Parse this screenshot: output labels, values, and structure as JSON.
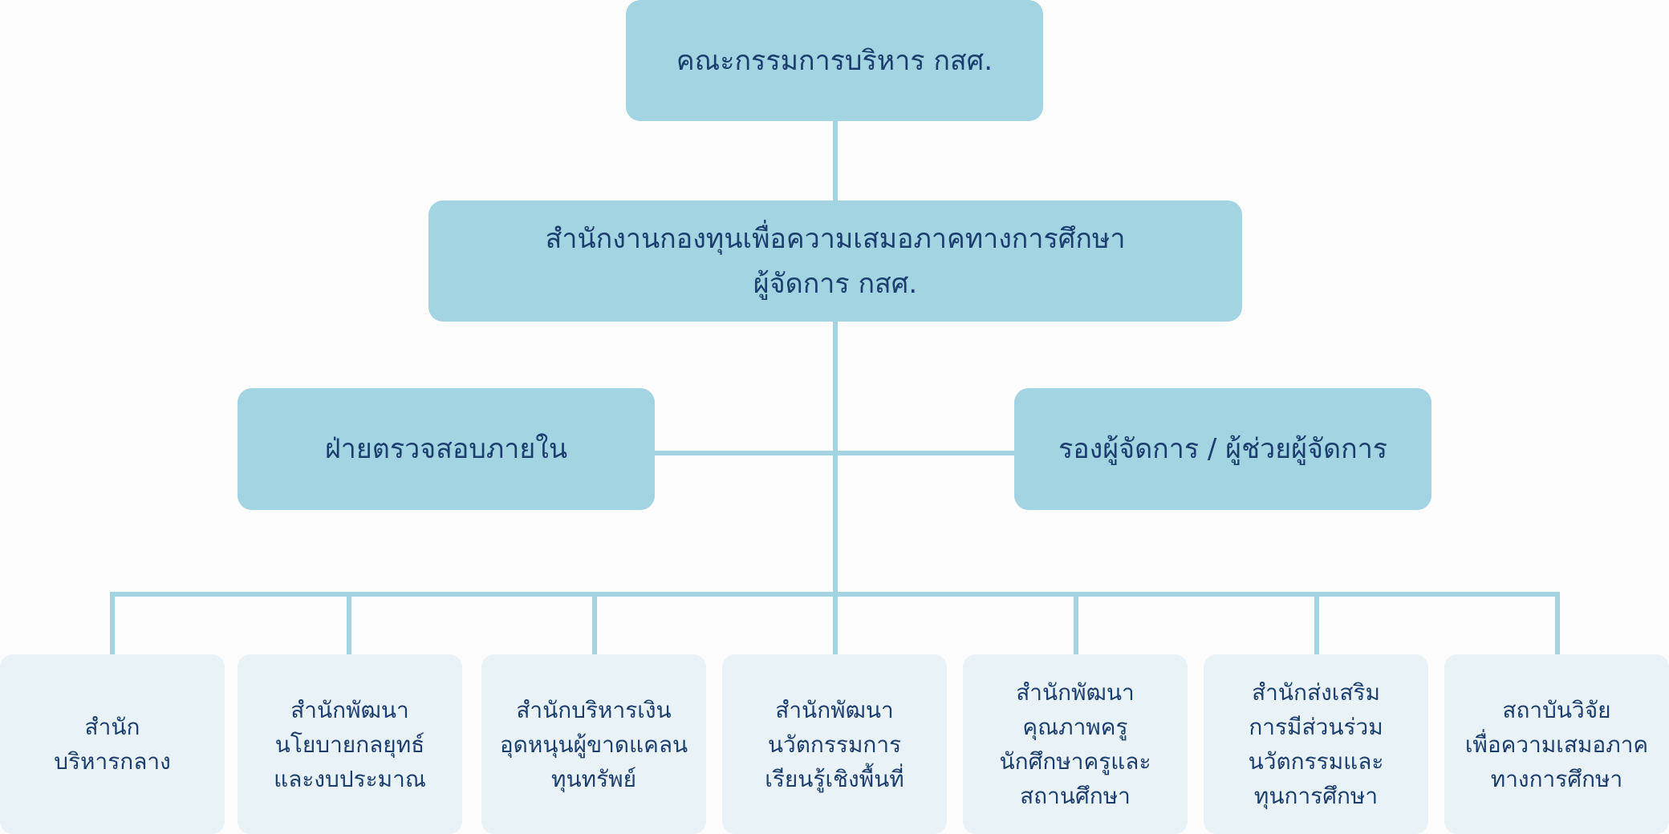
{
  "board": {
    "label": "คณะกรรมการบริหาร กสศ."
  },
  "office": {
    "label": "สำนักงานกองทุนเพื่อความเสมอภาคทางการศึกษา\nผู้จัดการ กสศ."
  },
  "audit": {
    "label": "ฝ่ายตรวจสอบภายใน"
  },
  "deputy": {
    "label": "รองผู้จัดการ / ผู้ช่วยผู้จัดการ"
  },
  "units": [
    {
      "label": "สำนัก\nบริหารกลาง"
    },
    {
      "label": "สำนักพัฒนา\nนโยบายกลยุทธ์\nและงบประมาณ"
    },
    {
      "label": "สำนักบริหารเงิน\nอุดหนุนผู้ขาดแคลน\nทุนทรัพย์"
    },
    {
      "label": "สำนักพัฒนา\nนวัตกรรมการ\nเรียนรู้เชิงพื้นที่"
    },
    {
      "label": "สำนักพัฒนา\nคุณภาพครู\nนักศึกษาครูและ\nสถานศึกษา"
    },
    {
      "label": "สำนักส่งเสริม\nการมีส่วนร่วม\nนวัตกรรมและ\nทุนการศึกษา"
    },
    {
      "label": "สถาบันวิจัย\nเพื่อความเสมอภาค\nทางการศึกษา"
    }
  ],
  "colors": {
    "main_box": "#a2d4e2",
    "unit_box": "#e9f3f7",
    "connector": "#a2d4e2",
    "text": "#1c3e6e"
  }
}
